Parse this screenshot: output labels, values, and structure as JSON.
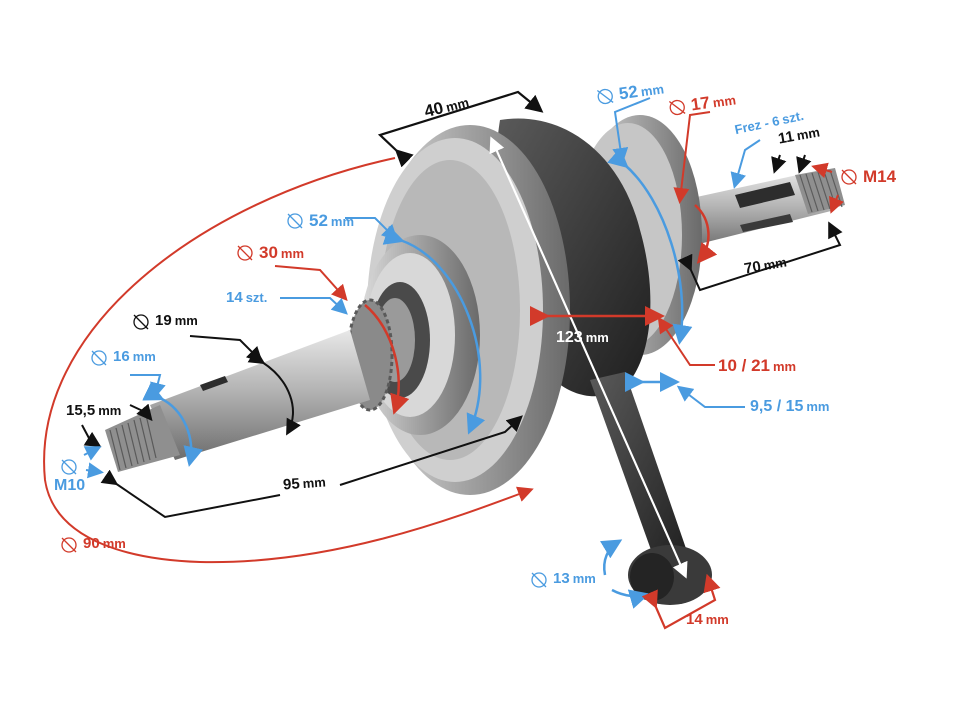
{
  "image": {
    "subject": "motorcycle crankshaft with dimension annotations",
    "colors": {
      "red": "#d23a2a",
      "blue": "#4a9be0",
      "black": "#111111",
      "steel": "#a9a9a9",
      "dark_iron": "#3a3a3a"
    }
  },
  "labels": {
    "width_flywheel": {
      "value": "40",
      "unit": "mm"
    },
    "dia_bearing_right": {
      "value": "52",
      "unit": "mm"
    },
    "dia_shaft_right": {
      "value": "17",
      "unit": "mm"
    },
    "splines_right": {
      "value": "Frez - 6",
      "unit": "szt."
    },
    "thread_length_right": {
      "value": "11",
      "unit": "mm"
    },
    "thread_right": {
      "value": "M14",
      "unit": ""
    },
    "length_right": {
      "value": "70",
      "unit": "mm"
    },
    "dia_bearing_left": {
      "value": "52",
      "unit": "mm"
    },
    "dia_gear": {
      "value": "30",
      "unit": "mm"
    },
    "gear_teeth": {
      "value": "14",
      "unit": "szt."
    },
    "dia_shaft_left": {
      "value": "19",
      "unit": "mm"
    },
    "dia_taper_left": {
      "value": "16",
      "unit": "mm"
    },
    "thread_length_left": {
      "value": "15,5",
      "unit": "mm"
    },
    "thread_left": {
      "value": "M10",
      "unit": ""
    },
    "conrod_length": {
      "value": "123",
      "unit": "mm"
    },
    "big_end": {
      "value": "10 / 21",
      "unit": "mm"
    },
    "big_end_width": {
      "value": "9,5 / 15",
      "unit": "mm"
    },
    "length_left": {
      "value": "95",
      "unit": "mm"
    },
    "dia_flywheel": {
      "value": "90",
      "unit": "mm"
    },
    "small_end_dia": {
      "value": "13",
      "unit": "mm"
    },
    "small_end_width": {
      "value": "14",
      "unit": "mm"
    }
  }
}
